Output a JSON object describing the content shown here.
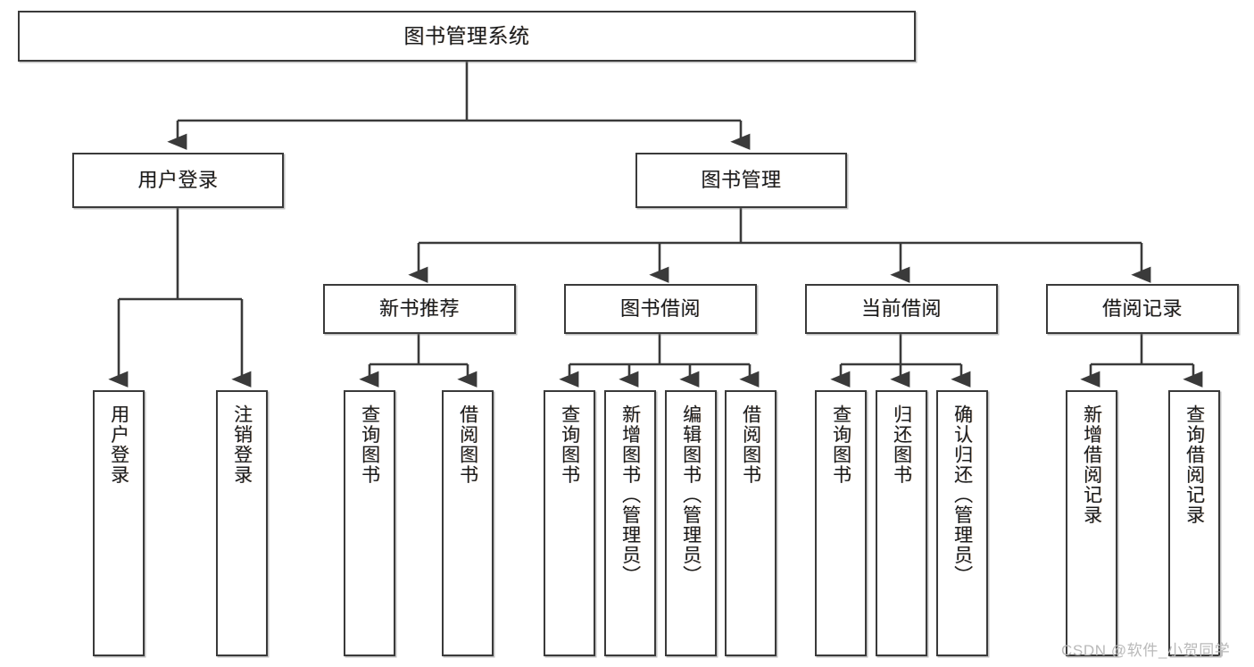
{
  "diagram": {
    "type": "tree-hierarchy",
    "title": "图书管理系统",
    "root": {
      "label": "图书管理系统"
    },
    "level2": [
      {
        "label": "用户登录"
      },
      {
        "label": "图书管理"
      }
    ],
    "level3": [
      {
        "label": "新书推荐"
      },
      {
        "label": "图书借阅"
      },
      {
        "label": "当前借阅"
      },
      {
        "label": "借阅记录"
      }
    ],
    "leaves": {
      "user_login": [
        {
          "label": "用户登录"
        },
        {
          "label": "注销登录"
        }
      ],
      "new_book_recommend": [
        {
          "label": "查询图书"
        },
        {
          "label": "借阅图书"
        }
      ],
      "book_borrow": [
        {
          "label": "查询图书"
        },
        {
          "label": "新增图书（管理员）"
        },
        {
          "label": "编辑图书（管理员）"
        },
        {
          "label": "借阅图书"
        }
      ],
      "current_borrow": [
        {
          "label": "查询图书"
        },
        {
          "label": "归还图书"
        },
        {
          "label": "确认归还（管理员）"
        }
      ],
      "borrow_record": [
        {
          "label": "新增借阅记录"
        },
        {
          "label": "查询借阅记录"
        }
      ]
    }
  },
  "watermark": {
    "text": "CSDN @软件_小贺同学"
  },
  "colors": {
    "border": "#3a3a3a",
    "background": "#ffffff",
    "text": "#1c1c1c",
    "watermark": "#b9b9b9"
  }
}
